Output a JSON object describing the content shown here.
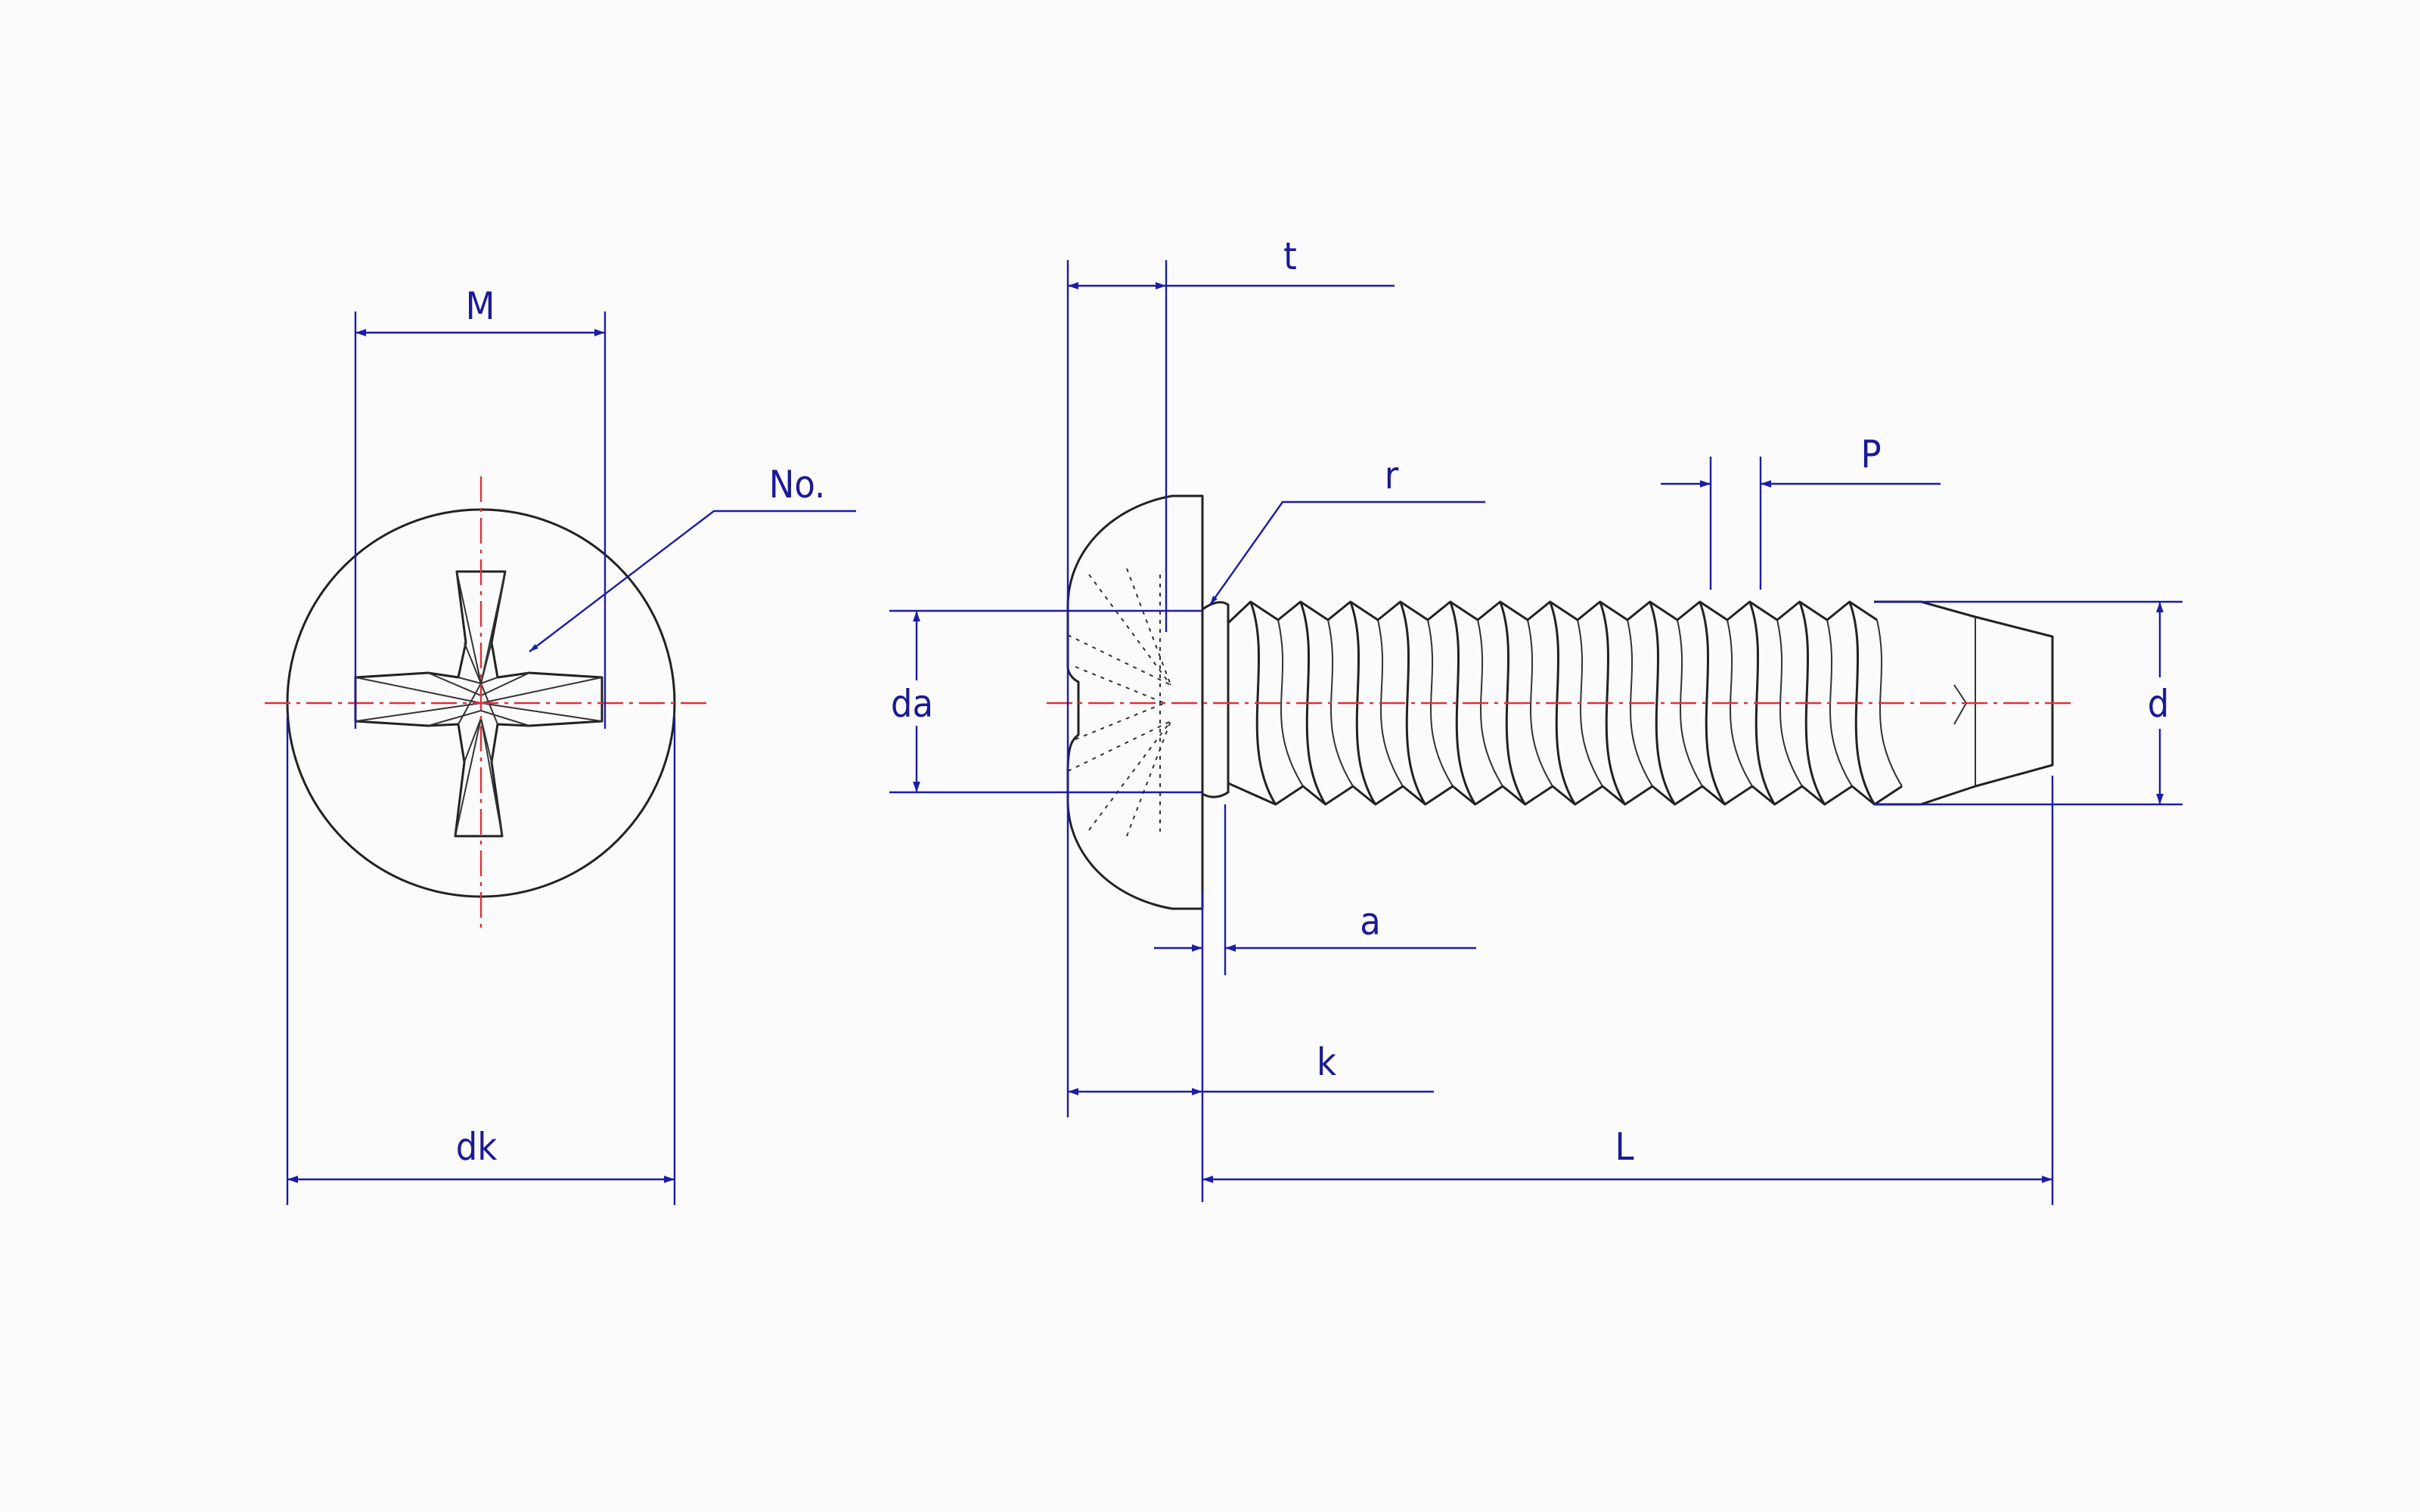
{
  "labels": {
    "M": "M",
    "No": "No.",
    "dk": "dk",
    "t": "t",
    "r": "r",
    "P": "P",
    "da": "da",
    "d": "d",
    "a": "a",
    "k": "k",
    "L": "L"
  },
  "colors": {
    "dimension": "#1c1ca8",
    "centerline": "#e0303a",
    "part": "#222222",
    "background": "#fbfbfb"
  }
}
